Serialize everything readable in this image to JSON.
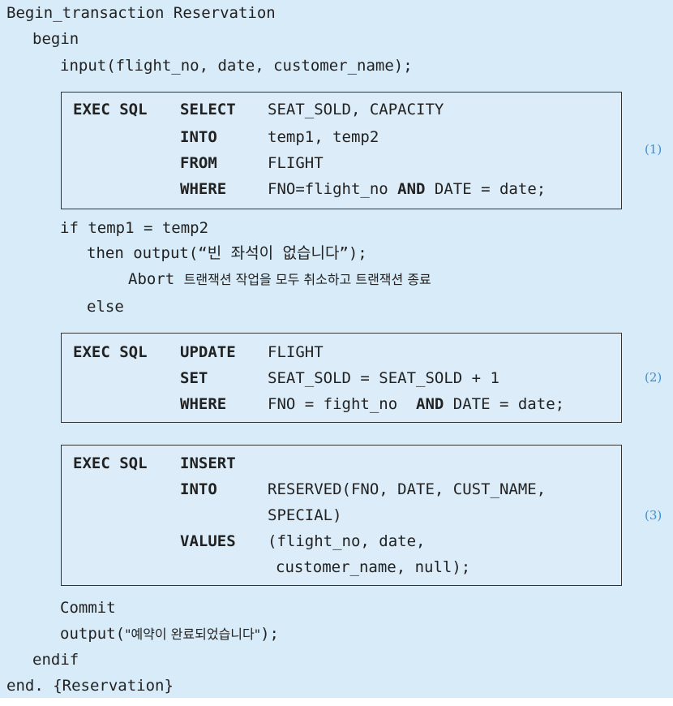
{
  "lines": {
    "begin_txn": "Begin_transaction Reservation",
    "begin": "begin",
    "input": "input(flight_no, date, customer_name);",
    "if": "if temp1 = temp2",
    "then": "then output(“빈 좌석이 없습니다”);",
    "abort_kw": "Abort",
    "abort_desc": "트랜잭션 작업을 모두 취소하고 트랜잭션 종료",
    "else": "else",
    "commit": "Commit",
    "output_prefix": "output(",
    "output_msg": "\"예약이 완료되었습니다\"",
    "output_suffix": ");",
    "endif": "endif",
    "end": "end. {Reservation}"
  },
  "block1": {
    "label": "(1)",
    "exec": "EXEC SQL",
    "kw_select": "SELECT",
    "select_cols": "SEAT_SOLD, CAPACITY",
    "kw_into": "INTO",
    "into_vars": "temp1, temp2",
    "kw_from": "FROM",
    "from_table": "FLIGHT",
    "kw_where": "WHERE",
    "where_a": "FNO=flight_no ",
    "kw_and": "AND",
    "where_b": " DATE = date;"
  },
  "block2": {
    "label": "(2)",
    "exec": "EXEC SQL",
    "kw_update": "UPDATE",
    "update_table": "FLIGHT",
    "kw_set": "SET",
    "set_expr": "SEAT_SOLD = SEAT_SOLD + 1",
    "kw_where": "WHERE",
    "where_a": "FNO = fight_no  ",
    "kw_and": "AND",
    "where_b": " DATE = date;"
  },
  "block3": {
    "label": "(3)",
    "exec": "EXEC SQL",
    "kw_insert": "INSERT",
    "kw_into": "INTO",
    "into_line1": "RESERVED(FNO, DATE, CUST_NAME,",
    "into_line2": "SPECIAL)",
    "kw_values": "VALUES",
    "values_line1": "(flight_no, date,",
    "values_line2": "customer_name, null);"
  }
}
